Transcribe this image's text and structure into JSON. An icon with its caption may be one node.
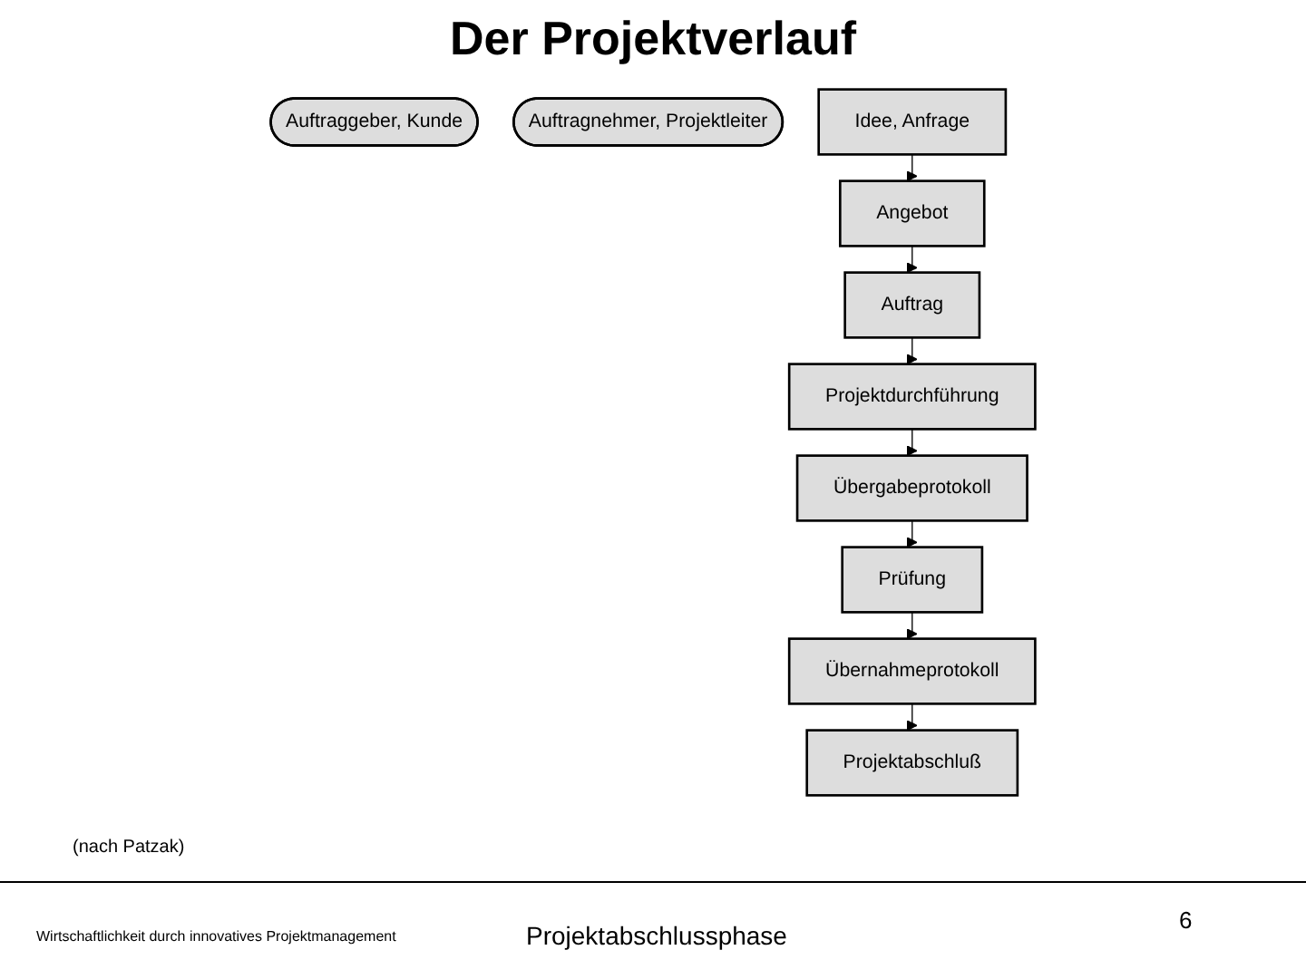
{
  "diagram": {
    "title": "Der Projektverlauf",
    "nodes": [
      {
        "text": [
          "Auftraggeber, Kunde"
        ]
      },
      {
        "text": [
          "Auftragnehmer, Projektleiter"
        ]
      },
      {
        "text": [
          "Idee, Anfrage"
        ]
      },
      {
        "text": [
          "Angebot"
        ]
      },
      {
        "text": [
          "Auftrag"
        ]
      },
      {
        "text": [
          "Projektdurchführung"
        ]
      },
      {
        "text": [
          "Übergabeprotokoll"
        ]
      },
      {
        "text": [
          "Prüfung"
        ]
      },
      {
        "text": [
          "Übernahmeprotokoll"
        ]
      },
      {
        "text": [
          "Projektabschluß"
        ]
      }
    ],
    "edges": [
      {
        "from": 2,
        "to": 3,
        "arrow": "to"
      },
      {
        "from": 3,
        "to": 4,
        "arrow": "to"
      },
      {
        "from": 4,
        "to": 5,
        "arrow": "to"
      },
      {
        "from": 5,
        "to": 6,
        "arrow": "to"
      },
      {
        "from": 6,
        "to": 7,
        "arrow": "to"
      },
      {
        "from": 7,
        "to": 8,
        "arrow": "to"
      },
      {
        "from": 8,
        "to": 9,
        "arrow": "to"
      }
    ],
    "labels": [
      "(nach Patzak)",
      "Wirtschaftlichkeit durch innovatives Projektmanagement",
      "Projektabschlussphase",
      "6"
    ]
  }
}
